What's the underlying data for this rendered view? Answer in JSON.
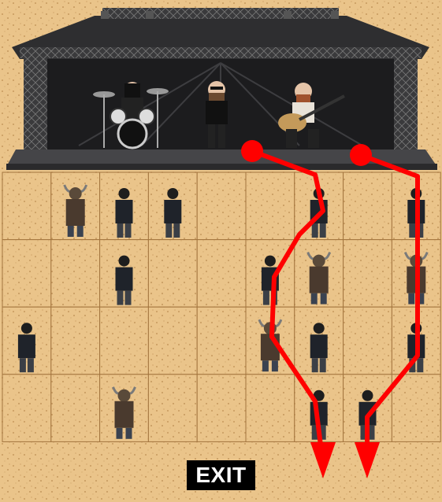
{
  "exit_label": "EXIT",
  "colors": {
    "sand": "#e8c58e",
    "tile": "#eac48a",
    "tile_border": "#a3753e",
    "stage": "#2a2a2c",
    "path": "#ff0000"
  },
  "grid": {
    "rows": 4,
    "cols": 9
  },
  "band": [
    {
      "name": "drummer",
      "icon": "drummer-icon"
    },
    {
      "name": "singer",
      "icon": "singer-icon"
    },
    {
      "name": "guitarist",
      "icon": "guitarist-icon"
    }
  ],
  "audience": [
    {
      "row": 0,
      "col": 1,
      "kind": "viking"
    },
    {
      "row": 0,
      "col": 2,
      "kind": "person"
    },
    {
      "row": 0,
      "col": 3,
      "kind": "person"
    },
    {
      "row": 0,
      "col": 6,
      "kind": "person"
    },
    {
      "row": 0,
      "col": 8,
      "kind": "person"
    },
    {
      "row": 1,
      "col": 2,
      "kind": "person"
    },
    {
      "row": 1,
      "col": 5,
      "kind": "person"
    },
    {
      "row": 1,
      "col": 6,
      "kind": "viking"
    },
    {
      "row": 1,
      "col": 8,
      "kind": "viking"
    },
    {
      "row": 2,
      "col": 0,
      "kind": "person"
    },
    {
      "row": 2,
      "col": 5,
      "kind": "viking"
    },
    {
      "row": 2,
      "col": 6,
      "kind": "person"
    },
    {
      "row": 2,
      "col": 8,
      "kind": "person"
    },
    {
      "row": 3,
      "col": 2,
      "kind": "viking"
    },
    {
      "row": 3,
      "col": 6,
      "kind": "person"
    },
    {
      "row": 3,
      "col": 7,
      "kind": "person"
    }
  ],
  "paths": [
    {
      "name": "exit-path-1",
      "start": "stage-left-of-guitarist",
      "end": "exit"
    },
    {
      "name": "exit-path-2",
      "start": "stage-right-edge",
      "end": "exit"
    }
  ]
}
